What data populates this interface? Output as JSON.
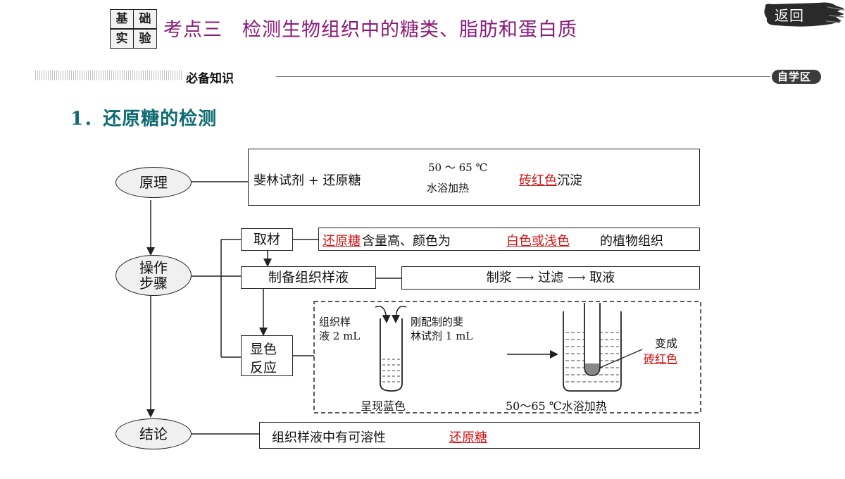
{
  "header": {
    "badge_chars": [
      "基",
      "础",
      "实",
      "验"
    ],
    "title": "考点三　检测生物组织中的糖类、脂肪和蛋白质",
    "back_label": "返回"
  },
  "section": {
    "label": "必备知识",
    "pill_label": "自学区"
  },
  "heading": "1．还原糖的检测",
  "diagram": {
    "nodes": {
      "principle": "原理",
      "steps_line1": "操作",
      "steps_line2": "步骤",
      "conclusion": "结论"
    },
    "principle_box": {
      "reagent": "斐林试剂 + 还原糖",
      "condition_top": "50 ～ 65 ℃",
      "condition_bottom": "水浴加热",
      "result_red": "砖红色",
      "result_tail": "沉淀"
    },
    "material": {
      "label": "取材",
      "desc_red1": "还原糖",
      "desc_mid": "含量高、颜色为",
      "desc_red2": "白色或浅色",
      "desc_tail": "的植物组织"
    },
    "prep": {
      "label": "制备组织样液",
      "desc": "制浆 ⟶ 过滤 ⟶ 取液"
    },
    "color": {
      "label_line1": "显色",
      "label_line2": "反应",
      "left_note_line1": "组织样",
      "left_note_line2": "液 2 mL",
      "right_note_line1": "刚配制的斐",
      "right_note_line2": "林试剂 1 mL",
      "tube1_caption": "呈现蓝色",
      "tube2_caption": "50～65 ℃水浴加热",
      "change_label": "变成",
      "change_red": "砖红色"
    },
    "conclusion_box": {
      "text": "组织样液中有可溶性",
      "red": "还原糖"
    }
  }
}
